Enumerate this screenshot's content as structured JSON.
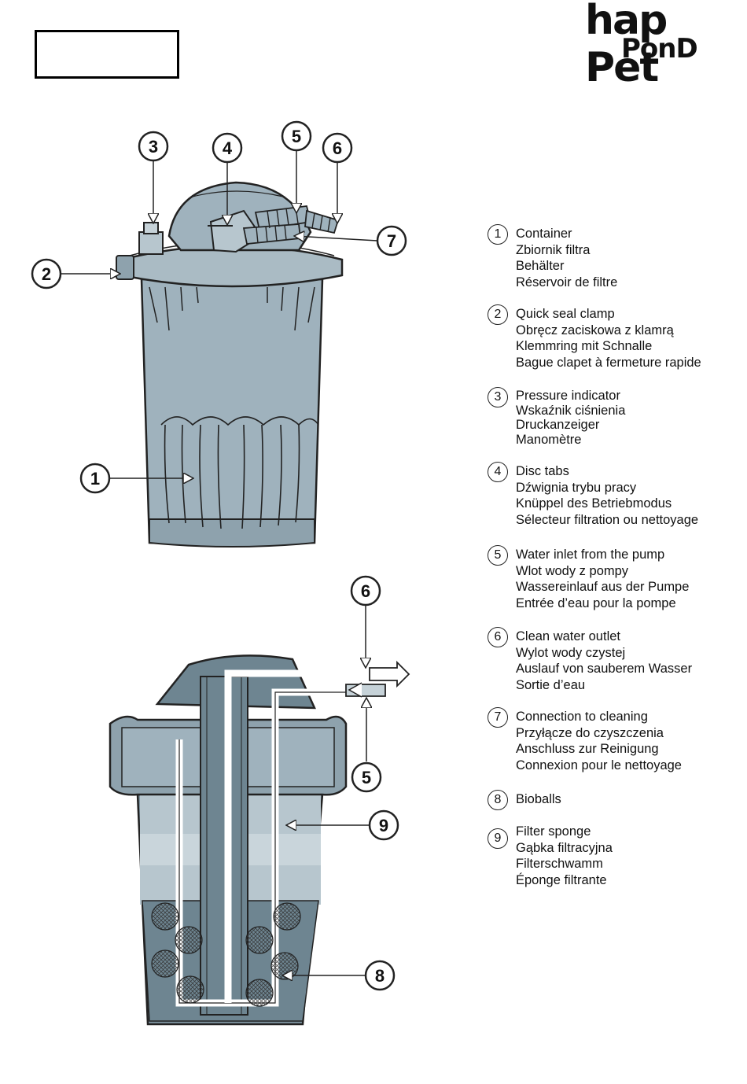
{
  "brand": {
    "line1": "hap Pet",
    "line2": "PonD"
  },
  "callouts": {
    "top": [
      "3",
      "4",
      "5",
      "6",
      "7",
      "2",
      "1"
    ],
    "bottom": [
      "6",
      "5",
      "9",
      "8"
    ]
  },
  "legend": [
    {
      "num": "1",
      "lines": [
        "Container",
        "Zbiornik filtra",
        "Behälter",
        "Réservoir de filtre"
      ]
    },
    {
      "num": "2",
      "lines": [
        "Quick seal clamp",
        "Obręcz zaciskowa z klamrą",
        "Klemmring mit Schnalle",
        "Bague clapet à fermeture rapide"
      ]
    },
    {
      "num": "3",
      "lines": [
        "Pressure indicator",
        "Wskaźnik ciśnienia",
        "Druckanzeiger",
        "Manomètre"
      ]
    },
    {
      "num": "4",
      "lines": [
        "Disc tabs",
        "Dźwignia trybu pracy",
        "Knüppel des Betriebmodus",
        "Sélecteur filtration ou nettoyage"
      ]
    },
    {
      "num": "5",
      "lines": [
        "Water inlet from the pump",
        "Wlot wody z pompy",
        "Wassereinlauf aus der Pumpe",
        "Entrée d’eau pour la pompe"
      ]
    },
    {
      "num": "6",
      "lines": [
        "Clean water outlet",
        "Wylot wody czystej",
        "Auslauf von sauberem Wasser",
        "Sortie d’eau"
      ]
    },
    {
      "num": "7",
      "lines": [
        "Connection to cleaning",
        "Przyłącze do czyszczenia",
        "Anschluss zur Reinigung",
        "Connexion pour le nettoyage"
      ]
    },
    {
      "num": "8",
      "lines": [
        "Bioballs"
      ]
    },
    {
      "num": "9",
      "lines": [
        "Filter sponge",
        "Gąbka filtracyjna",
        "Filterschwamm",
        "Éponge filtrante"
      ]
    }
  ],
  "colors": {
    "body": "#9fb2bd",
    "dark": "#6e8591",
    "light": "#c6d2d8",
    "outline": "#222222"
  }
}
